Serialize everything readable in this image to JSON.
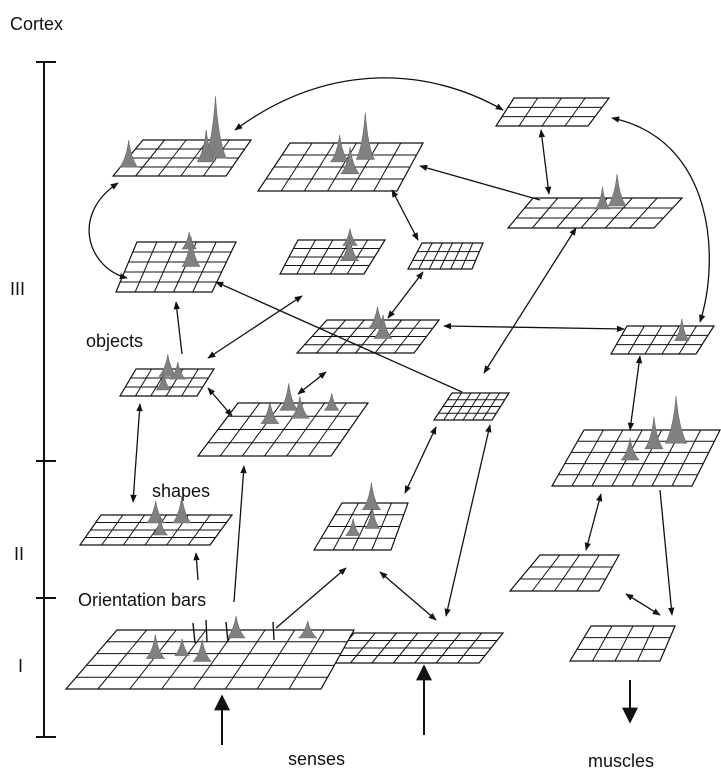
{
  "diagram": {
    "title": "Cortex",
    "levels": [
      "III",
      "II",
      "I"
    ],
    "labels": {
      "objects": "objects",
      "shapes": "shapes",
      "orientation": "Orientation bars",
      "senses": "senses",
      "muscles": "muscles"
    }
  },
  "colors": {
    "line": "#111111",
    "grid_fill": "#ffffff",
    "peak_fill": "#808080",
    "peak_edge": "#6a6a6a"
  }
}
